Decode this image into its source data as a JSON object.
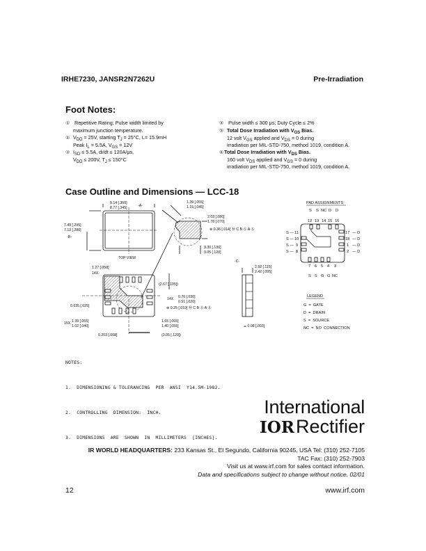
{
  "header": {
    "part_number": "IRHE7230, JANSR2N7262U",
    "section": "Pre-Irradiation"
  },
  "footnotes": {
    "title": "Foot Notes:",
    "items": [
      {
        "num": "①",
        "lines": [
          "Repetitive Rating; Pulse width limited by",
          "maximum junction temperature."
        ]
      },
      {
        "num": "②",
        "lines": [
          "VDD = 25V, starting TJ = 25°C, L= 15.9mH",
          "Peak IL = 5.5A, VGS = 12V"
        ]
      },
      {
        "num": "③",
        "lines": [
          "ISD ≤ 5.5A, di/dt ≤ 120A/μs,",
          "VDD ≤ 200V, TJ ≤ 150°C"
        ]
      },
      {
        "num": "④",
        "lines": [
          "Pulse width ≤ 300 μs; Duty Cycle ≤ 2%"
        ]
      },
      {
        "num": "⑤",
        "lines": [
          "Total Dose Irradiation with VGS Bias.",
          "12 volt VGS applied and VDS = 0 during",
          "irradiation per MIL-STD-750, method 1019, condition A."
        ]
      },
      {
        "num": "⑥",
        "lines": [
          "Total Dose Irradiation with VDS Bias.",
          "160 volt VDS applied and VGS = 0 during",
          "irradiation per MIL-STD-750, method 1019, condition A."
        ]
      }
    ]
  },
  "case_outline": {
    "title": "Case Outline and Dimensions — LCC-18",
    "dims": {
      "width": [
        "9.14 [.360]",
        "8.77 [.345]"
      ],
      "datum_a": "-A-",
      "height": [
        "7.49 [.295]",
        "7.12 [.280]"
      ],
      "datum_b": "-B-",
      "top_view": "TOP VIEW",
      "lead_width": [
        "1.39 [.055]",
        "1.15 [.045]"
      ],
      "pad_h": [
        "2.03 [.080]",
        "1.78 [.070]"
      ],
      "tol1": "⊕ 0.36 [.014] Ⓜ C B Ⓢ A Ⓢ",
      "pad_w": [
        "3.30 [.130]",
        "3.05 [.120]"
      ],
      "pitch": "1.27 [.050]",
      "x14a": "14X",
      "ref1": "(2.67 [.105])",
      "x14b": "14X",
      "pad_small": [
        "0.76 [.030]",
        "0.51 [.020]"
      ],
      "tol2": "⊕ 0.25 [.010] Ⓜ C B Ⓢ A Ⓢ",
      "edge": "0.635 [.025]",
      "x15": "15X",
      "pad_len": [
        "1.39 [.055]",
        "1.02 [.040]"
      ],
      "corner": [
        "1.65 [.065]",
        "1.40 [.055]"
      ],
      "small": "0.203 [.008]",
      "ref2": "(3.05 [.120])",
      "datum_c": "-C-",
      "thick": [
        "2.92 [.115]",
        "2.42 [.095]"
      ],
      "flat": "⌓ 0.08 [.003]"
    },
    "pad_assignments": {
      "title": "PAD ASSIGNMENTS",
      "top": [
        {
          "n": "12",
          "f": "S"
        },
        {
          "n": "13",
          "f": "S"
        },
        {
          "n": "14",
          "f": "NC"
        },
        {
          "n": "15",
          "f": "D"
        },
        {
          "n": "16",
          "f": "D"
        }
      ],
      "left": [
        {
          "n": "11",
          "f": "S"
        },
        {
          "n": "10",
          "f": "S"
        },
        {
          "n": "9",
          "f": "S"
        },
        {
          "n": "8",
          "f": "S"
        }
      ],
      "right": [
        {
          "n": "17",
          "f": "D"
        },
        {
          "n": "18",
          "f": "D"
        },
        {
          "n": "1",
          "f": "D"
        },
        {
          "n": "2",
          "f": "D"
        }
      ],
      "bottom": [
        {
          "n": "7",
          "f": "S"
        },
        {
          "n": "6",
          "f": "S"
        },
        {
          "n": "5",
          "f": "G"
        },
        {
          "n": "4",
          "f": "G"
        },
        {
          "n": "3",
          "f": "NC"
        }
      ]
    },
    "legend": {
      "title": "LEGEND",
      "items": [
        "G  =  GATE",
        "D  =  DRAIN",
        "S  =  SOURCE",
        "NC  =  NO  CONNECTION"
      ]
    },
    "notes": {
      "title": "NOTES:",
      "items": [
        "1.  DIMENSIONING & TOLERANCING  PER  ANSI  Y14.5M-1982.",
        "2.  CONTROLLING  DIMENSION:  INCH.",
        "3.  DIMENSIONS  ARE  SHOWN  IN  MILLIMETERS  [INCHES]."
      ]
    }
  },
  "logo": {
    "line1": "International",
    "ior": "IOR",
    "line2": "Rectifier"
  },
  "contact": {
    "hq_label": "IR WORLD HEADQUARTERS:",
    "hq_address": " 233 Kansas St., El Segundo, California 90245, USA Tel: (310) 252-7105",
    "fax": "TAC Fax: (310) 252-7903",
    "visit": "Visit us at www.irf.com for sales contact information.",
    "disclaimer": "Data and specifications subject to change without notice. 02/01"
  },
  "footer": {
    "page": "12",
    "url": "www.irf.com"
  }
}
